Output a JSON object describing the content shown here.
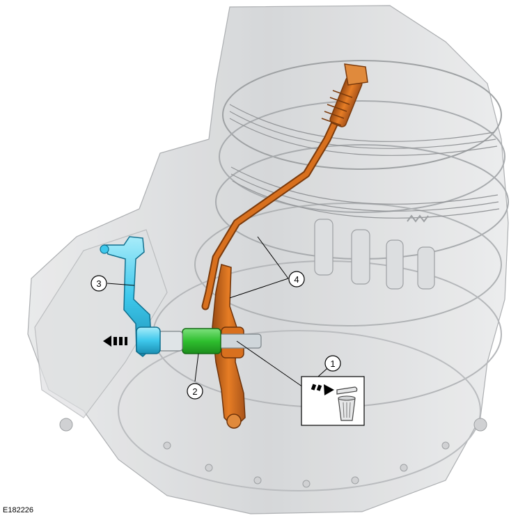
{
  "figure_id": "E182226",
  "callouts": [
    {
      "label": "1"
    },
    {
      "label": "2"
    },
    {
      "label": "3"
    },
    {
      "label": "4"
    }
  ],
  "icons": {
    "discard": "discard-bin-icon",
    "direction": "arrow-left-icon"
  },
  "colors": {
    "shift_rod": "#d8701e",
    "bracket": "#3ec8ec",
    "sleeve": "#33c533",
    "housing": "#b9bcbe"
  }
}
